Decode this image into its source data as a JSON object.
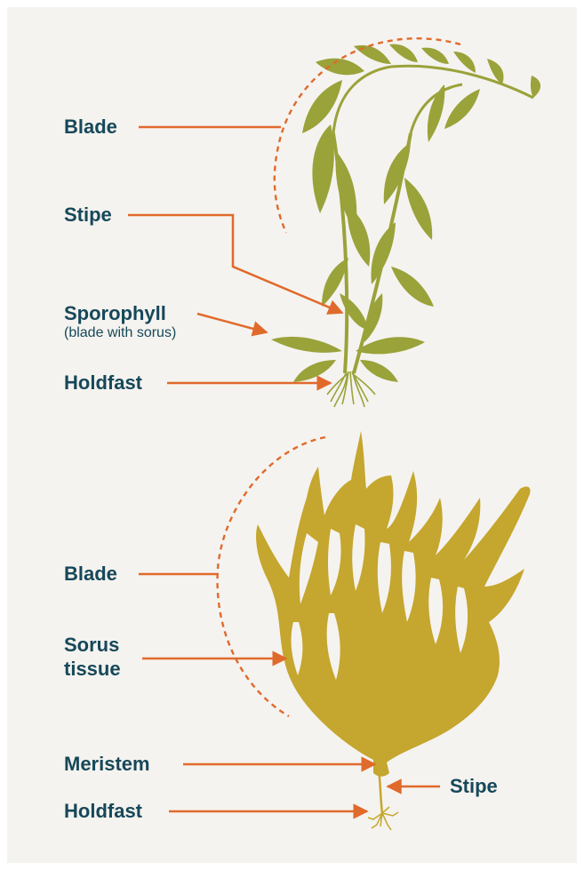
{
  "colors": {
    "background": "#f5f3ef",
    "label_text": "#16485a",
    "leader_line": "#e06a2c",
    "kelp_upper": "#9aa23a",
    "kelp_lower": "#c5a62e"
  },
  "upper_kelp": {
    "labels": {
      "blade": "Blade",
      "stipe": "Stipe",
      "sporophyll": "Sporophyll",
      "sporophyll_note": "(blade with sorus)",
      "holdfast": "Holdfast"
    }
  },
  "lower_kelp": {
    "labels": {
      "blade": "Blade",
      "sorus_line1": "Sorus",
      "sorus_line2": "tissue",
      "meristem": "Meristem",
      "stipe": "Stipe",
      "holdfast": "Holdfast"
    }
  }
}
